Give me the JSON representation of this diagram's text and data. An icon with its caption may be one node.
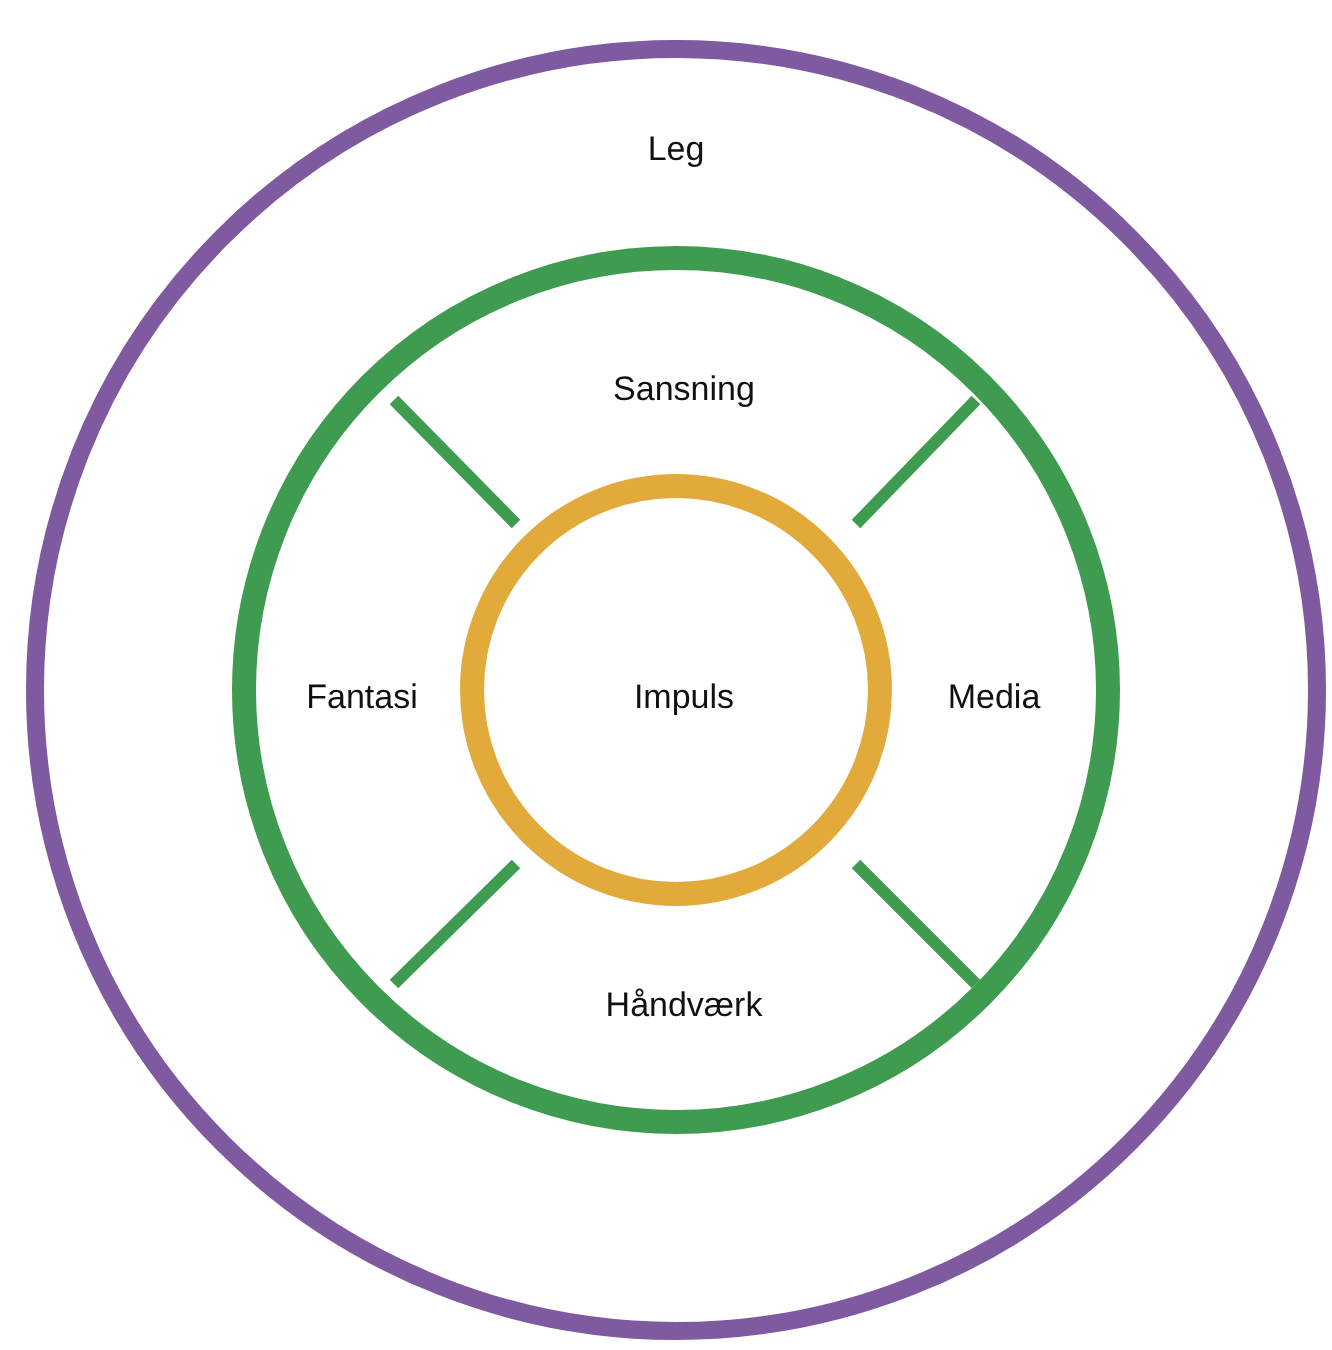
{
  "diagram": {
    "nodes": [
      {
        "text": [
          "Leg"
        ]
      },
      {
        "text": [
          "Sansning",
          "Fantasi",
          "Media",
          "Håndværk"
        ],
        "in": 0
      },
      {
        "text": [
          "Impuls"
        ],
        "in": 1
      }
    ]
  }
}
